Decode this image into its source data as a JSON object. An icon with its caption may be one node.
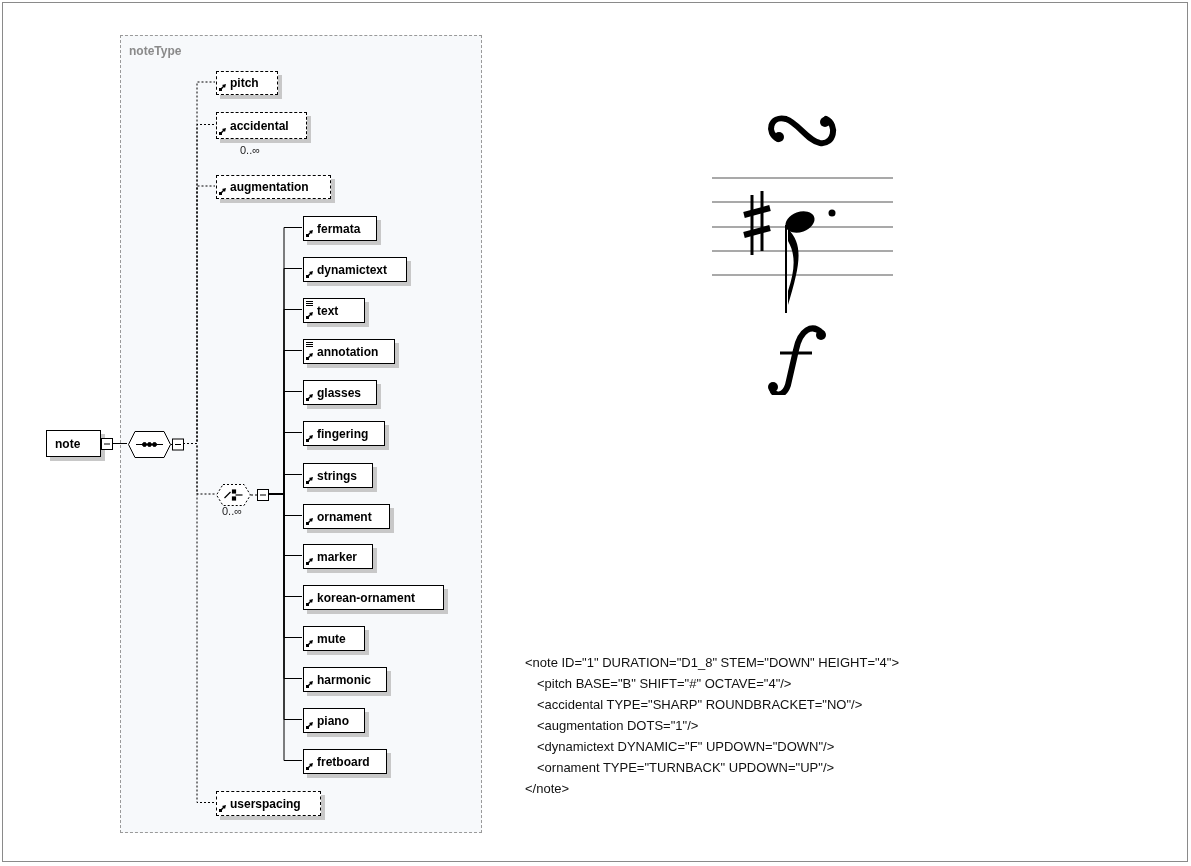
{
  "diagram": {
    "nodes": [
      {
        "text": [
          "noteType"
        ]
      },
      {
        "text": [
          "note"
        ]
      },
      {
        "text": [],
        "shape": "octagon",
        "in": 0
      },
      {
        "text": [
          "pitch"
        ],
        "in": 0
      },
      {
        "text": [
          "accidental"
        ],
        "in": 0,
        "beside": [
          "0..∞"
        ]
      },
      {
        "text": [
          "augmentation"
        ],
        "in": 0
      },
      {
        "text": [],
        "shape": "octagon",
        "in": 0,
        "beside": [
          "0..∞"
        ]
      },
      {
        "text": [
          "fermata"
        ],
        "in": 0
      },
      {
        "text": [
          "dynamictext"
        ],
        "in": 0
      },
      {
        "text": [
          "text"
        ],
        "in": 0
      },
      {
        "text": [
          "annotation"
        ],
        "in": 0
      },
      {
        "text": [
          "glasses"
        ],
        "in": 0
      },
      {
        "text": [
          "fingering"
        ],
        "in": 0
      },
      {
        "text": [
          "strings"
        ],
        "in": 0
      },
      {
        "text": [
          "ornament"
        ],
        "in": 0
      },
      {
        "text": [
          "marker"
        ],
        "in": 0
      },
      {
        "text": [
          "korean-ornament"
        ],
        "in": 0
      },
      {
        "text": [
          "mute"
        ],
        "in": 0
      },
      {
        "text": [
          "harmonic"
        ],
        "in": 0
      },
      {
        "text": [
          "piano"
        ],
        "in": 0
      },
      {
        "text": [
          "fretboard"
        ],
        "in": 0
      },
      {
        "text": [
          "userspacing"
        ],
        "in": 0
      }
    ],
    "edges": [
      {
        "from": 1,
        "to": 2,
        "arrow": "none"
      },
      {
        "from": 2,
        "to": 3,
        "arrow": "none",
        "style": "dashed"
      },
      {
        "from": 2,
        "to": 4,
        "arrow": "none",
        "style": "dashed"
      },
      {
        "from": 2,
        "to": 5,
        "arrow": "none",
        "style": "dashed"
      },
      {
        "from": 2,
        "to": 6,
        "arrow": "none",
        "style": "dashed"
      },
      {
        "from": 2,
        "to": 21,
        "arrow": "none",
        "style": "dashed"
      },
      {
        "from": 6,
        "to": 7,
        "arrow": "none"
      },
      {
        "from": 6,
        "to": 8,
        "arrow": "none"
      },
      {
        "from": 6,
        "to": 9,
        "arrow": "none"
      },
      {
        "from": 6,
        "to": 10,
        "arrow": "none"
      },
      {
        "from": 6,
        "to": 11,
        "arrow": "none"
      },
      {
        "from": 6,
        "to": 12,
        "arrow": "none"
      },
      {
        "from": 6,
        "to": 13,
        "arrow": "none"
      },
      {
        "from": 6,
        "to": 14,
        "arrow": "none"
      },
      {
        "from": 6,
        "to": 15,
        "arrow": "none"
      },
      {
        "from": 6,
        "to": 16,
        "arrow": "none"
      },
      {
        "from": 6,
        "to": 17,
        "arrow": "none"
      },
      {
        "from": 6,
        "to": 18,
        "arrow": "none"
      },
      {
        "from": 6,
        "to": 19,
        "arrow": "none"
      },
      {
        "from": 6,
        "to": 20,
        "arrow": "none"
      }
    ],
    "labels": [
      "<note ID=\"1\" DURATION=\"D1_8\" STEM=\"DOWN\" HEIGHT=\"4\">",
      "<pitch BASE=\"B\" SHIFT=\"#\" OCTAVE=\"4\"/>",
      "<accidental TYPE=\"SHARP\" ROUNDBRACKET=\"NO\"/>",
      "<augmentation DOTS=\"1\"/>",
      "<dynamictext DYNAMIC=\"F\" UPDOWN=\"DOWN\"/>",
      "<ornament TYPE=\"TURNBACK\" UPDOWN=\"UP\"/>",
      "</note>"
    ]
  }
}
